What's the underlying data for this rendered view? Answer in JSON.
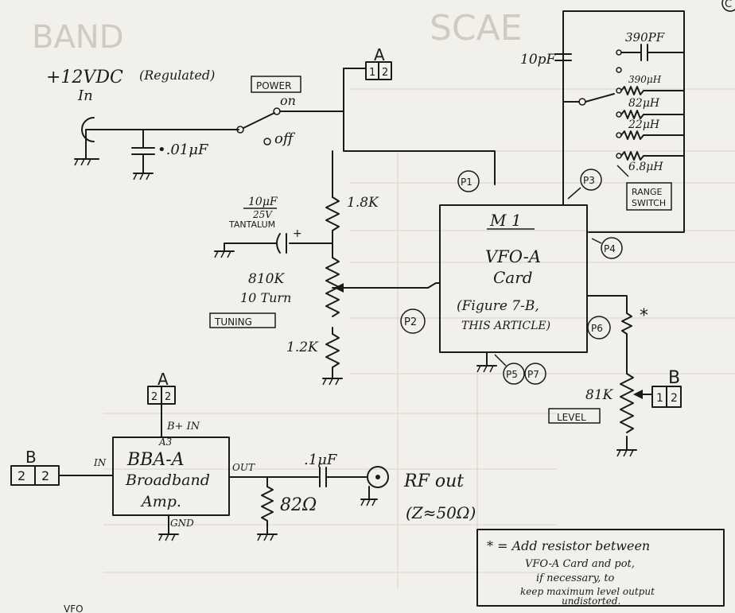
{
  "supply": {
    "label": "+12VDC",
    "note": "(Regulated)",
    "in": "In"
  },
  "c1": "•.01μF",
  "power": {
    "label": "POWER",
    "on": "on",
    "off": "off"
  },
  "connA1": {
    "letter": "A",
    "p1": "1",
    "p2": "2"
  },
  "connA2": {
    "letter": "A",
    "p1": "2",
    "p2": "2"
  },
  "connB1": {
    "letter": "B",
    "p1": "1",
    "p2": "2"
  },
  "connB2": {
    "letter": "B",
    "p1": "2",
    "p2": "2"
  },
  "c10pf": "10pF",
  "range_caps": [
    "390PF"
  ],
  "range_inductors": [
    "390μH",
    "82μH",
    "22μH",
    "6.8μH"
  ],
  "range_switch": {
    "line1": "RANGE",
    "line2": "SWITCH"
  },
  "points": {
    "p1": "P1",
    "p2": "P2",
    "p3": "P3",
    "p4": "P4",
    "p5": "P5",
    "p6": "P6",
    "p7": "P7"
  },
  "res_top": "1.8K",
  "res_bottom": "1.2K",
  "tantalum": {
    "value": "10μF",
    "voltage": "25V",
    "type": "TANTALUM",
    "plus": "+"
  },
  "tuning_pot": {
    "value": "810K",
    "turns": "10 Turn",
    "label": "TUNING"
  },
  "m1": {
    "title": "M 1",
    "line1": "VFO-A",
    "line2": "Card",
    "line3": "(Figure 7-B,",
    "line4": "THIS ARTICLE)"
  },
  "level_pot": {
    "value": "81K",
    "label": "LEVEL",
    "star": "*"
  },
  "amp": {
    "id": "A3",
    "bplus": "B+ IN",
    "line1": "BBA-A",
    "line2": "Broadband",
    "line3": "Amp.",
    "in": "IN",
    "out": "OUT",
    "gnd": "GND"
  },
  "c_out": ".1μF",
  "r_out": "82Ω",
  "rf": {
    "line1": "RF out",
    "line2": "(Z≈50Ω)"
  },
  "note": {
    "line1": "* = Add resistor between",
    "line2": "VFO-A Card and pot,",
    "line3": "if necessary, to",
    "line4": "keep maximum level output",
    "line5": "undistorted."
  },
  "corner_mark": "C",
  "bottom_text": "VFO"
}
